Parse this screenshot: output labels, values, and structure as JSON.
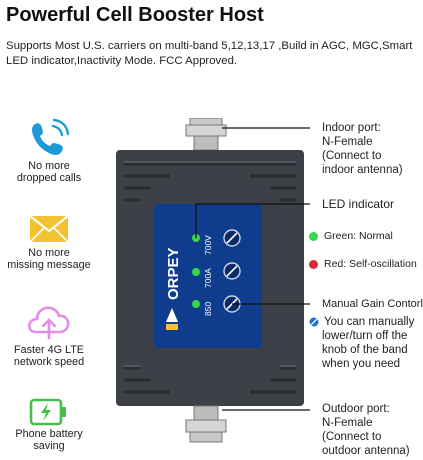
{
  "header": {
    "title": "Powerful Cell Booster Host",
    "subtitle": "Supports Most U.S. carriers on multi-band 5,12,13,17 ,Build in AGC, MGC,Smart LED indicator,Inactivity Mode. FCC Approved."
  },
  "features": [
    {
      "icon": "phone-icon",
      "line1": "No more",
      "line2": "dropped calls",
      "color": "#1e9bd7"
    },
    {
      "icon": "envelope-icon",
      "line1": "No more",
      "line2": "missing message",
      "color": "#f2c230"
    },
    {
      "icon": "cloud-upload-icon",
      "line1": "Faster 4G LTE",
      "line2": "network speed",
      "color": "#e38ee6"
    },
    {
      "icon": "battery-icon",
      "line1": "Phone battery",
      "line2": "saving",
      "color": "#43c04a"
    }
  ],
  "device": {
    "brand": "ORPEY",
    "bands": [
      "700V",
      "700A",
      "850"
    ],
    "body_color": "#3d4047",
    "panel_color": "#0f3c8c"
  },
  "callouts": {
    "indoor": {
      "title": "Indoor port:",
      "lines": [
        "N-Female",
        "(Connect to",
        "indoor antenna)"
      ]
    },
    "led": {
      "title": "LED indicator",
      "green": "Green: Normal",
      "red": "Red: Self-oscillation"
    },
    "gain": {
      "title": "Manual Gain Contorl",
      "lines": [
        "You can manually",
        "lower/turn off the",
        "knob of the band",
        "when you need"
      ]
    },
    "outdoor": {
      "title": "Outdoor port:",
      "lines": [
        "N-Female",
        "(Connect to",
        "outdoor antenna)"
      ]
    }
  },
  "colors": {
    "led_green": "#38d64b",
    "led_red": "#d8283c",
    "gain_blue": "#1f6fd1"
  }
}
